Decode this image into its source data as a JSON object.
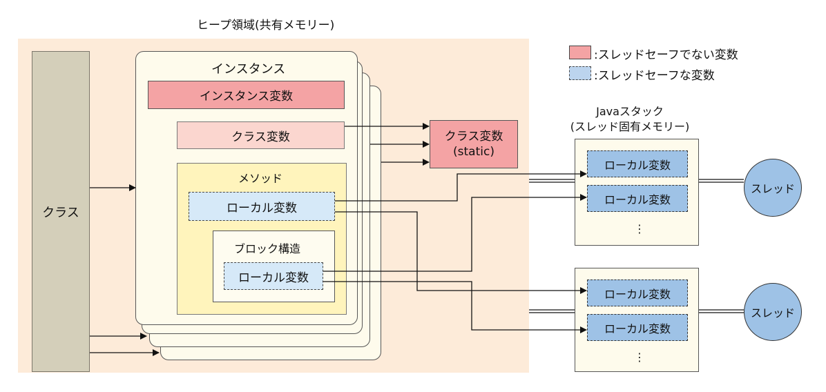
{
  "heap_title": "ヒープ領域(共有メモリー)",
  "class_label": "クラス",
  "instance": {
    "label": "インスタンス",
    "instance_var": "インスタンス変数",
    "class_var": "クラス変数",
    "method_label": "メソッド",
    "method_local": "ローカル変数",
    "block_label": "ブロック構造",
    "block_local": "ローカル変数"
  },
  "static_box": {
    "line1": "クラス変数",
    "line2": "(static)"
  },
  "legend": {
    "unsafe": ":スレッドセーフでない変数",
    "safe": ":スレッドセーフな変数"
  },
  "java_stack": {
    "title_line1": "Javaスタック",
    "title_line2": "(スレッド固有メモリー)"
  },
  "stacks": [
    {
      "local1": "ローカル変数",
      "local2": "ローカル変数",
      "ellipsis": "⋮",
      "thread": "スレッド"
    },
    {
      "local1": "ローカル変数",
      "local2": "ローカル変数",
      "ellipsis": "⋮",
      "thread": "スレッド"
    }
  ],
  "colors": {
    "heap_background": "#fdebd9",
    "class_bar": "#d4cfba",
    "instance_card": "#fefbec",
    "unsafe_red": "#f4a3a4",
    "class_var_pink": "#fbd6cf",
    "method_yellow": "#fff4bc",
    "safe_blue": "#9ec2e6",
    "local_light_blue": "#d6e9f8"
  }
}
